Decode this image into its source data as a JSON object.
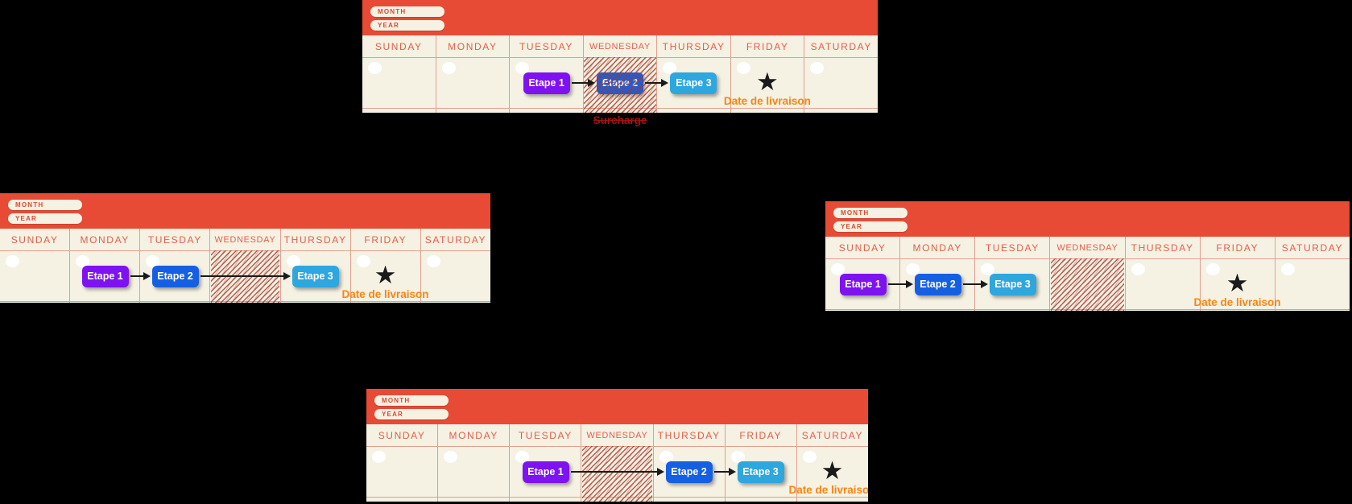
{
  "labels": {
    "month_field": "MONTH",
    "year_field": "YEAR",
    "days": [
      "SUNDAY",
      "MONDAY",
      "TUESDAY",
      "WEDNESDAY",
      "THURSDAY",
      "FRIDAY",
      "SATURDAY"
    ],
    "step1": "Etape 1",
    "step2": "Etape 2",
    "step3": "Etape 3",
    "delivery_date": "Date de livraison",
    "overload": "Surcharge",
    "star_icon": "★"
  },
  "colors": {
    "background": "#000000",
    "header_red": "#E84B35",
    "paper_cream": "#F5F1E3",
    "pill_text": "#D64B32",
    "day_label": "#E2604B",
    "grid_line": "#E0A090",
    "hatch_red": "#A4382A",
    "step1_purple": "#7E12F0",
    "step2_blue": "#1560E2",
    "step3_cyan": "#2EA6DE",
    "delivery_orange": "#F6860F",
    "overload_dark_red": "#A41212",
    "arrow_black": "#1A1A1A",
    "circle_white": "#FFFFFF"
  },
  "calendars": [
    {
      "name": "calendar-scenario-top",
      "steps": [
        {
          "label_key": "step1",
          "day": 2,
          "color_key": "step1_purple"
        },
        {
          "label_key": "step2",
          "day": 3,
          "color_key": "step2_blue"
        },
        {
          "label_key": "step3",
          "day": 4,
          "color_key": "step3_cyan"
        }
      ],
      "arrows": [
        [
          2,
          3
        ],
        [
          3,
          4
        ]
      ],
      "hatch_day": 3,
      "star_day": 5,
      "show_overload": true
    },
    {
      "name": "calendar-scenario-left",
      "steps": [
        {
          "label_key": "step1",
          "day": 1,
          "color_key": "step1_purple"
        },
        {
          "label_key": "step2",
          "day": 2,
          "color_key": "step2_blue"
        },
        {
          "label_key": "step3",
          "day": 4,
          "color_key": "step3_cyan"
        }
      ],
      "arrows": [
        [
          1,
          2
        ],
        [
          2,
          4
        ]
      ],
      "hatch_day": 3,
      "star_day": 5,
      "show_overload": false
    },
    {
      "name": "calendar-scenario-right",
      "steps": [
        {
          "label_key": "step1",
          "day": 0,
          "color_key": "step1_purple"
        },
        {
          "label_key": "step2",
          "day": 1,
          "color_key": "step2_blue"
        },
        {
          "label_key": "step3",
          "day": 2,
          "color_key": "step3_cyan"
        }
      ],
      "arrows": [
        [
          0,
          1
        ],
        [
          1,
          2
        ]
      ],
      "hatch_day": 3,
      "star_day": 5,
      "show_overload": false
    },
    {
      "name": "calendar-scenario-bottom",
      "steps": [
        {
          "label_key": "step1",
          "day": 2,
          "color_key": "step1_purple"
        },
        {
          "label_key": "step2",
          "day": 4,
          "color_key": "step2_blue"
        },
        {
          "label_key": "step3",
          "day": 5,
          "color_key": "step3_cyan"
        }
      ],
      "arrows": [
        [
          2,
          4
        ],
        [
          4,
          5
        ]
      ],
      "hatch_day": 3,
      "star_day": 6,
      "show_overload": false
    }
  ]
}
